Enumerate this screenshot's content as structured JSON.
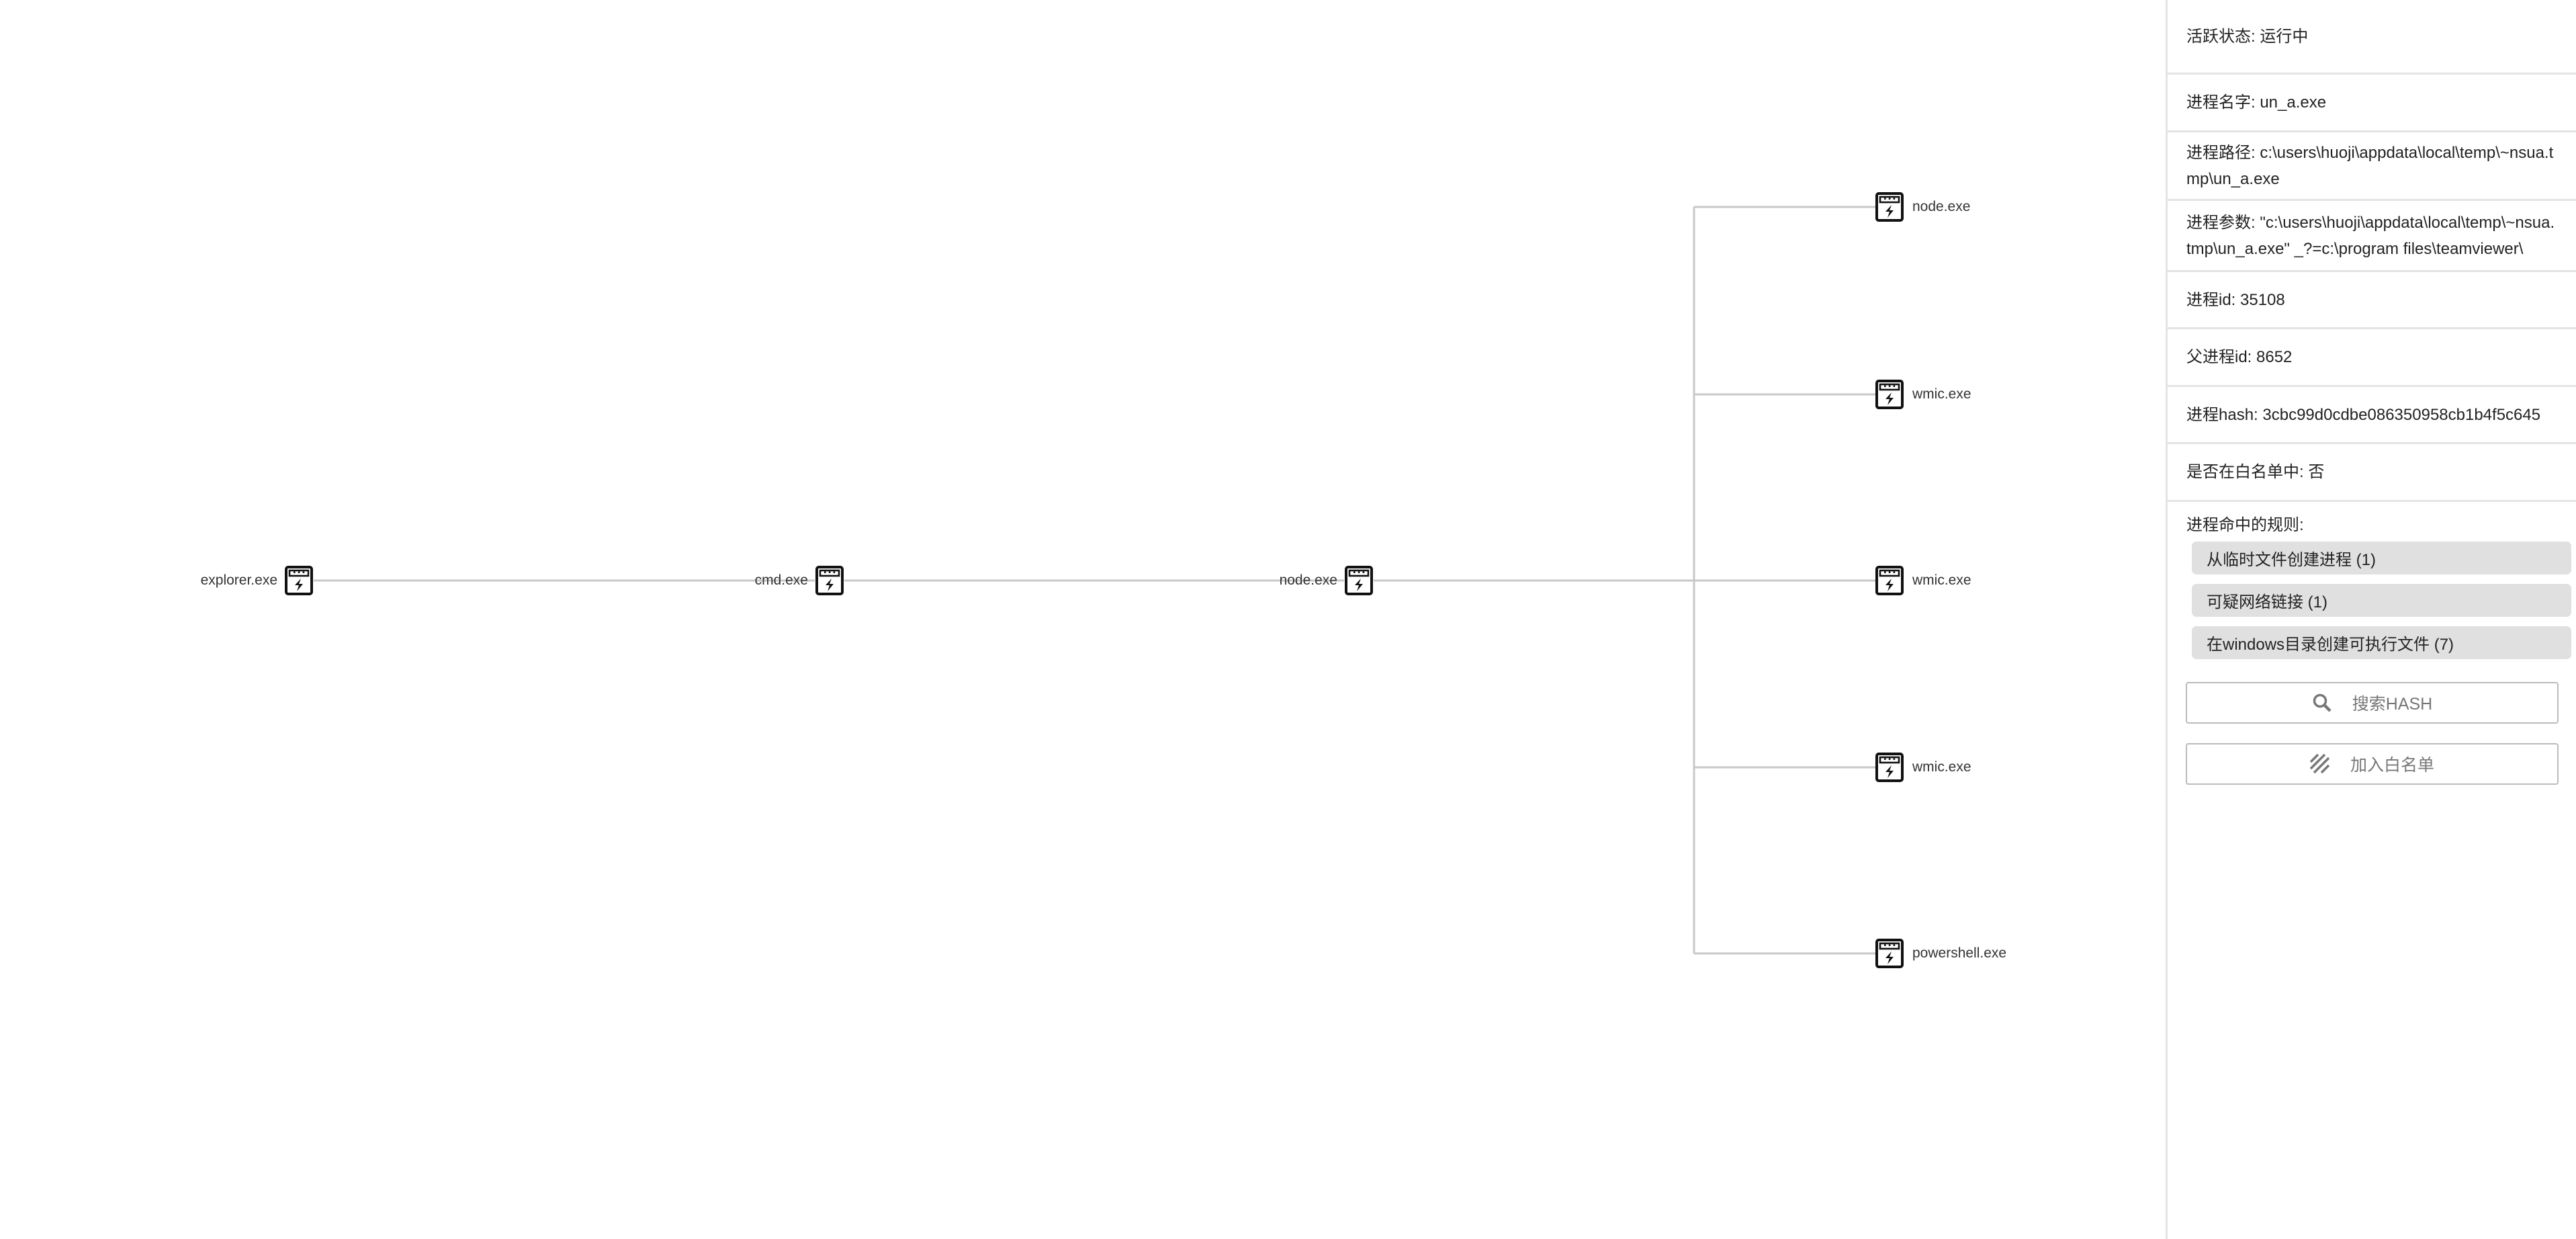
{
  "graph": {
    "line_color": "#c8c8c8",
    "root_chain": [
      {
        "label": "explorer.exe",
        "icon": "process-lightning-icon"
      },
      {
        "label": "cmd.exe",
        "icon": "process-lightning-icon"
      },
      {
        "label": "node.exe",
        "icon": "process-lightning-icon"
      }
    ],
    "children": [
      {
        "label": "node.exe",
        "icon": "process-lightning-icon"
      },
      {
        "label": "wmic.exe",
        "icon": "process-lightning-icon"
      },
      {
        "label": "wmic.exe",
        "icon": "process-lightning-icon"
      },
      {
        "label": "wmic.exe",
        "icon": "process-lightning-icon"
      },
      {
        "label": "powershell.exe",
        "icon": "process-lightning-icon"
      }
    ]
  },
  "panel": {
    "status": "活跃状态: 运行中",
    "name": "进程名字: un_a.exe",
    "path": "进程路径: c:\\users\\huoji\\appdata\\local\\temp\\~nsua.tmp\\un_a.exe",
    "args": "进程参数: \"c:\\users\\huoji\\appdata\\local\\temp\\~nsua.tmp\\un_a.exe\" _?=c:\\program files\\teamviewer\\",
    "pid": "进程id: 35108",
    "ppid": "父进程id: 8652",
    "hash": "进程hash: 3cbc99d0cdbe086350958cb1b4f5c645",
    "whitelisted": "是否在白名单中: 否",
    "rules_title": "进程命中的规则:",
    "rules": [
      "从临时文件创建进程 (1)",
      "可疑网络链接 (1)",
      "在windows目录创建可执行文件 (7)"
    ],
    "search_hash_label": "搜索HASH",
    "add_whitelist_label": "加入白名单"
  }
}
